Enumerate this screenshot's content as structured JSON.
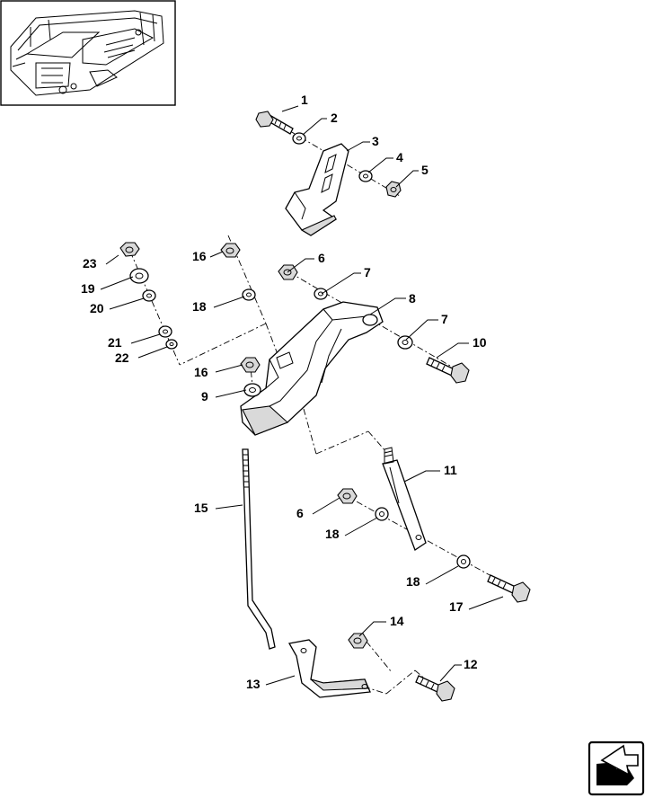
{
  "callouts": [
    {
      "id": "c1",
      "text": "1"
    },
    {
      "id": "c2",
      "text": "2"
    },
    {
      "id": "c3",
      "text": "3"
    },
    {
      "id": "c4",
      "text": "4"
    },
    {
      "id": "c5",
      "text": "5"
    },
    {
      "id": "c6a",
      "text": "6"
    },
    {
      "id": "c7a",
      "text": "7"
    },
    {
      "id": "c8",
      "text": "8"
    },
    {
      "id": "c7b",
      "text": "7"
    },
    {
      "id": "c10",
      "text": "10"
    },
    {
      "id": "c16a",
      "text": "16"
    },
    {
      "id": "c23",
      "text": "23"
    },
    {
      "id": "c19",
      "text": "19"
    },
    {
      "id": "c18a",
      "text": "18"
    },
    {
      "id": "c20",
      "text": "20"
    },
    {
      "id": "c21",
      "text": "21"
    },
    {
      "id": "c22",
      "text": "22"
    },
    {
      "id": "c16b",
      "text": "16"
    },
    {
      "id": "c9",
      "text": "9"
    },
    {
      "id": "c11",
      "text": "11"
    },
    {
      "id": "c15",
      "text": "15"
    },
    {
      "id": "c6b",
      "text": "6"
    },
    {
      "id": "c18b",
      "text": "18"
    },
    {
      "id": "c18c",
      "text": "18"
    },
    {
      "id": "c17",
      "text": "17"
    },
    {
      "id": "c14",
      "text": "14"
    },
    {
      "id": "c12",
      "text": "12"
    },
    {
      "id": "c13",
      "text": "13"
    }
  ],
  "icons": {
    "location_thumbnail": "tractor-frame-icon",
    "navigation": "next-page-arrow-icon"
  },
  "colors": {
    "line": "#000000",
    "shade": "#d9d9d9",
    "background": "#ffffff"
  }
}
